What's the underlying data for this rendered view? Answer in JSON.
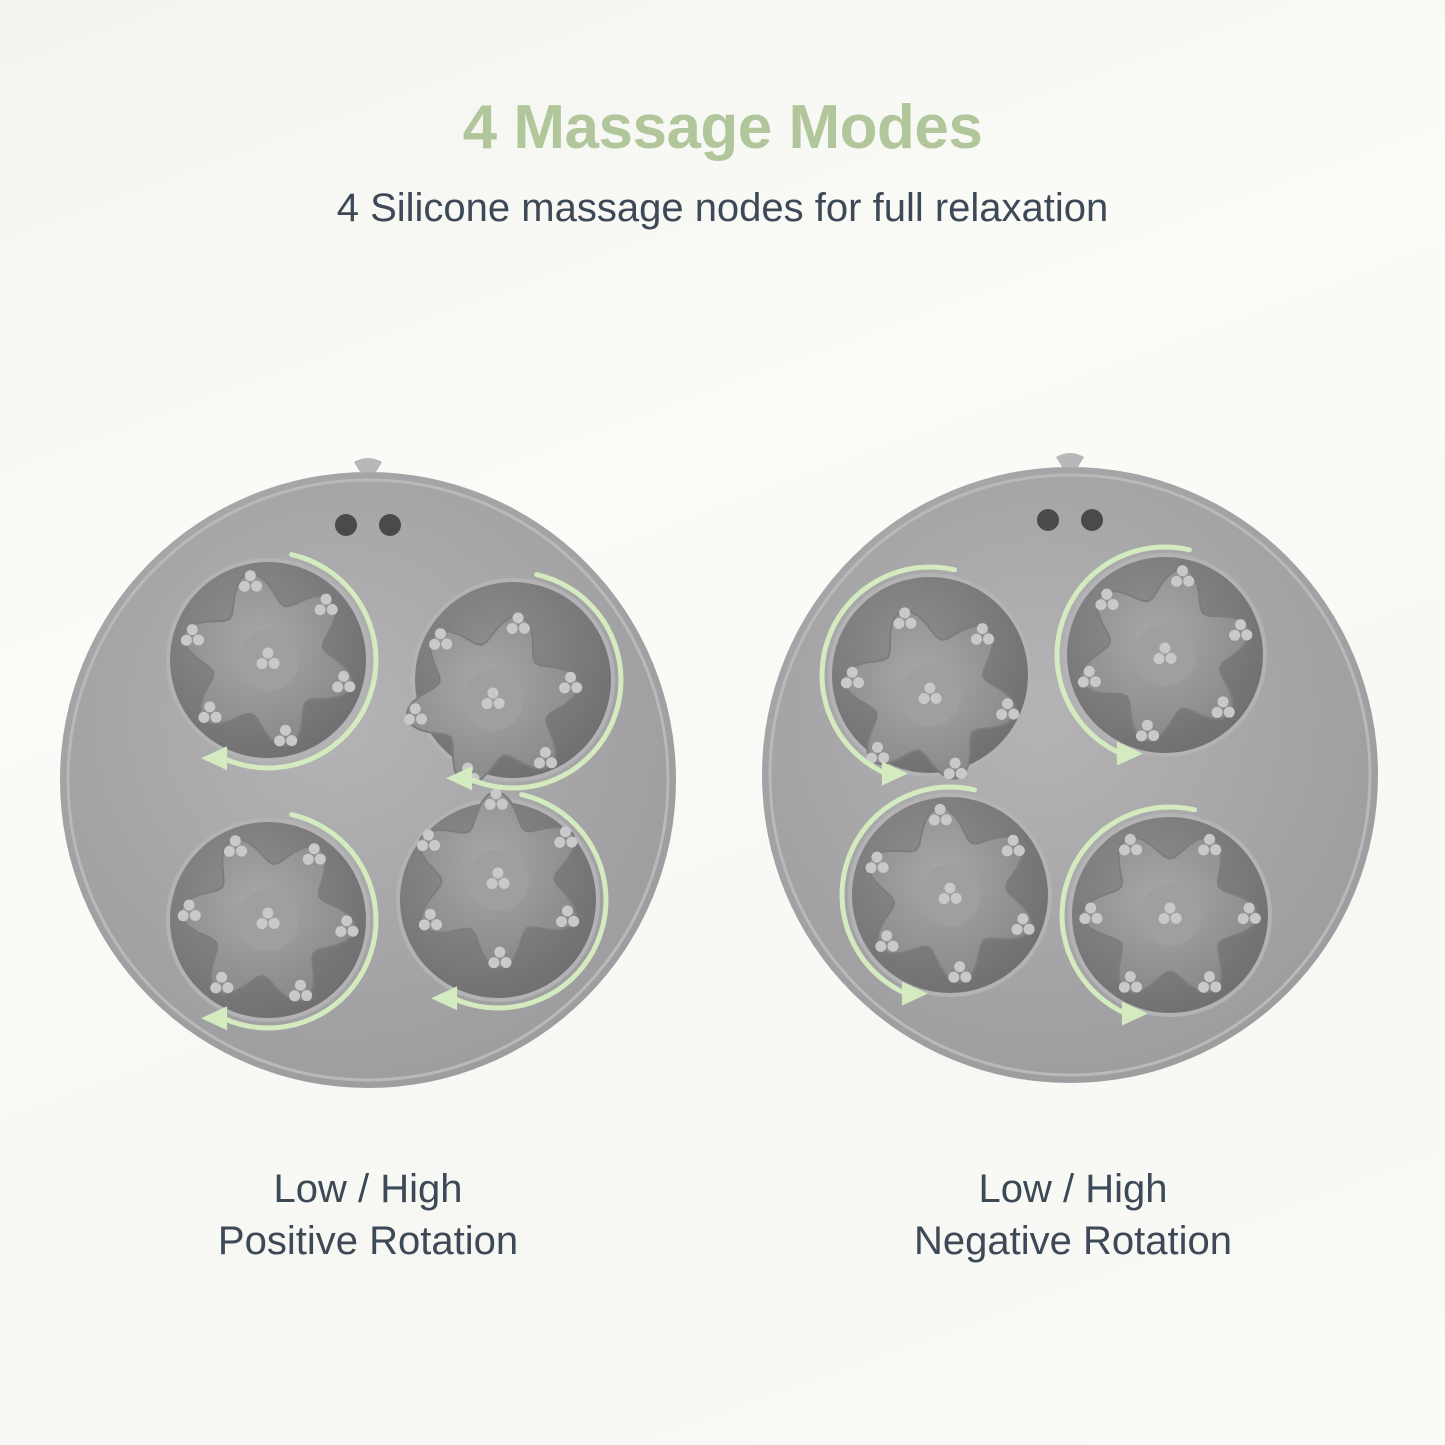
{
  "header": {
    "title": "4 Massage Modes",
    "subtitle": "4 Silicone massage nodes for full relaxation"
  },
  "modes": [
    {
      "speed": "Low / High",
      "rotation": "Positive Rotation",
      "direction": "clockwise"
    },
    {
      "speed": "Low / High",
      "rotation": "Negative Rotation",
      "direction": "counterclockwise"
    }
  ],
  "colors": {
    "title": "#b2c69c",
    "text": "#3d4957",
    "arrow": "#d3ebbf",
    "device": "#a9a8aa"
  }
}
